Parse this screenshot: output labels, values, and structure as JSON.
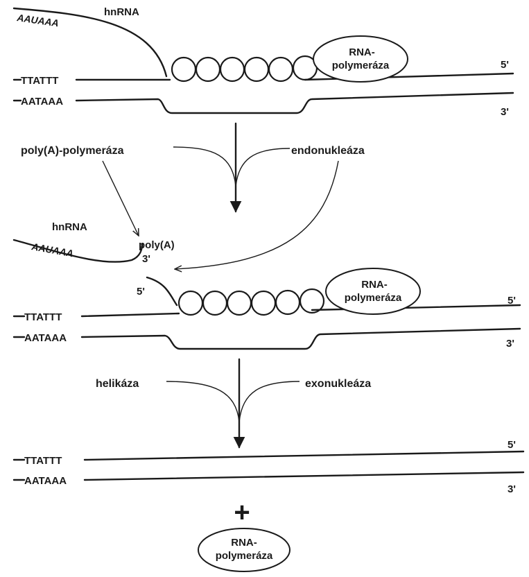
{
  "colors": {
    "ink": "#1a1a1a",
    "background": "#ffffff"
  },
  "stage1": {
    "hnrna": "hnRNA",
    "aauaaa": "AAUAAA",
    "ttattt": "TTATTT",
    "aataaa": "AATAAA",
    "polymerase_line1": "RNA-",
    "polymerase_line2": "polymeráza",
    "end5": "5'",
    "end3": "3'"
  },
  "step1": {
    "left_enzyme": "poly(A)-polymeráza",
    "right_enzyme": "endonukleáza"
  },
  "stage2": {
    "hnrna": "hnRNA",
    "aauaaa": "AAUAAA",
    "polya": "poly(A)",
    "polya_end": "3'",
    "cut5": "5'",
    "ttattt": "TTATTT",
    "aataaa": "AATAAA",
    "polymerase_line1": "RNA-",
    "polymerase_line2": "polymeráza",
    "end5": "5'",
    "end3": "3'"
  },
  "step2": {
    "left_enzyme": "helikáza",
    "right_enzyme": "exonukleáza"
  },
  "stage3": {
    "ttattt": "TTATTT",
    "aataaa": "AATAAA",
    "end5": "5'",
    "end3": "3'",
    "plus": "+",
    "polymerase_line1": "RNA-",
    "polymerase_line2": "polymeráza"
  }
}
